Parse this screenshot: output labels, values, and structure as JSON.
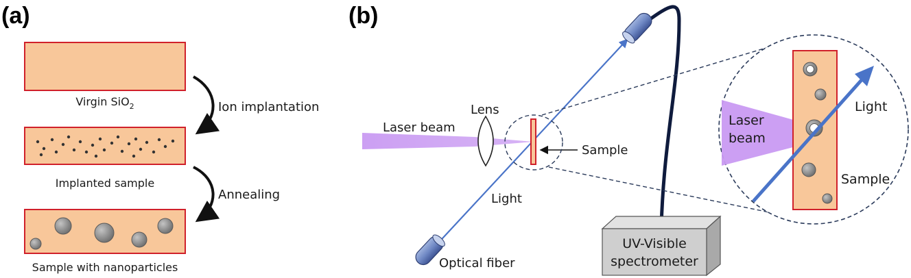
{
  "panel_a": {
    "label": "(a)",
    "virgin_caption_main": "Virgin SiO",
    "virgin_caption_sub": "2",
    "step1_label": "Ion implantation",
    "implanted_caption": "Implanted sample",
    "step2_label": "Annealing",
    "nanoparticles_caption": "Sample with nanoparticles"
  },
  "panel_b": {
    "label": "(b)",
    "lens_label": "Lens",
    "laser_label": "Laser beam",
    "sample_label": "Sample",
    "light_label": "Light",
    "fiber_label": "Optical fiber",
    "spectrometer_line1": "UV-Visible",
    "spectrometer_line2": "spectrometer",
    "inset_laser_line1": "Laser",
    "inset_laser_line2": "beam",
    "inset_light_label": "Light",
    "inset_sample_label": "Sample"
  },
  "colors": {
    "slab_fill": "#f8c79a",
    "slab_border": "#d0202a",
    "laser": "#c99af2",
    "light_ray": "#4a74c8",
    "fiber_cable": "#0f1b3d",
    "particle": "#8f8f8f"
  }
}
